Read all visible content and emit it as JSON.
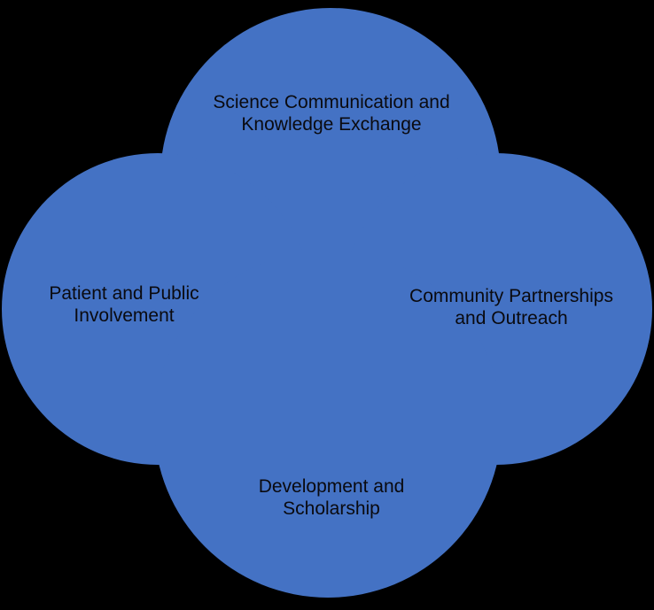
{
  "colors": {
    "background": "#000000",
    "petal_fill": "#4472C4",
    "label_text": "#0A0A0F"
  },
  "diagram": {
    "type": "four-petal-overlapping-circles",
    "petals": [
      {
        "position": "top",
        "lines": [
          "Science Communication and",
          "Knowledge Exchange"
        ]
      },
      {
        "position": "left",
        "lines": [
          "Patient and Public",
          "Involvement"
        ]
      },
      {
        "position": "right",
        "lines": [
          "Community Partnerships",
          "and Outreach"
        ]
      },
      {
        "position": "bottom",
        "lines": [
          "Development and",
          "Scholarship"
        ]
      }
    ]
  }
}
